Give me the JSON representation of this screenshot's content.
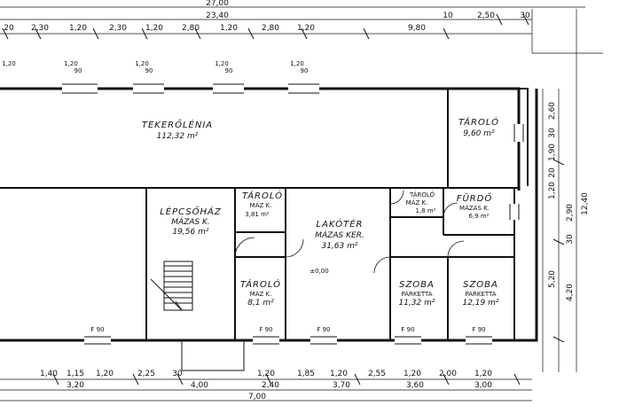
{
  "dimensions": {
    "overall_width": "27,00",
    "segment_width": "23,40",
    "top_right_a": "10",
    "top_right_b": "2,50",
    "top_right_c": "30",
    "top_chain": [
      "20",
      "2,30",
      "1,20",
      "2,30",
      "1,20",
      "2,80",
      "1,20",
      "2,80",
      "1,20",
      "9,80"
    ],
    "bottom_chain_1": [
      "1,40",
      "1,15",
      "1,20",
      "2,25",
      "30",
      "1,20",
      "1,85",
      "1,20",
      "2,55",
      "1,20",
      "2,00",
      "1,20"
    ],
    "bottom_chain_2": [
      "3,20",
      "4,00",
      "2,40",
      "3,70",
      "3,60",
      "3,00"
    ],
    "bottom_total": "7,00",
    "right_chain": [
      "2,60",
      "30",
      "1,90",
      "20",
      "1,20",
      "5,20",
      "2,90",
      "30",
      "4,20"
    ],
    "right_total": "12,40"
  },
  "rooms": [
    {
      "name": "TEKERŐLÉNIA",
      "area": "112,32 m²"
    },
    {
      "name": "TÁROLÓ",
      "area": "9,60 m²"
    },
    {
      "name": "LÉPCSŐHÁZ",
      "sub": "MÁZAS K.",
      "area": "19,56 m²"
    },
    {
      "name": "TÁROLÓ",
      "sub": "MÁZ K.",
      "area": "3,81 m²"
    },
    {
      "name": "LAKÓTÉR",
      "sub": "MÁZAS KER.",
      "area": "31,63 m²"
    },
    {
      "name": "TÁROLÓ",
      "sub": "MÁZ K.",
      "area": "1,8 m²"
    },
    {
      "name": "FÜRDŐ",
      "sub": "MÁZAS K.",
      "area": "6,9 m²"
    },
    {
      "name": "TÁROLÓ",
      "sub": "MÁZ K.",
      "area": "8,1 m²"
    },
    {
      "name": "SZOBA",
      "sub": "PARKETTA",
      "area": "11,32 m²"
    },
    {
      "name": "SZOBA",
      "sub": "PARKETTA",
      "area": "12,19 m²"
    }
  ],
  "windows": {
    "label": "F 90",
    "height": "90",
    "marks": [
      "1,20",
      "1,20",
      "1,20",
      "1,20",
      "1,20"
    ]
  },
  "level_mark": "±0,00"
}
